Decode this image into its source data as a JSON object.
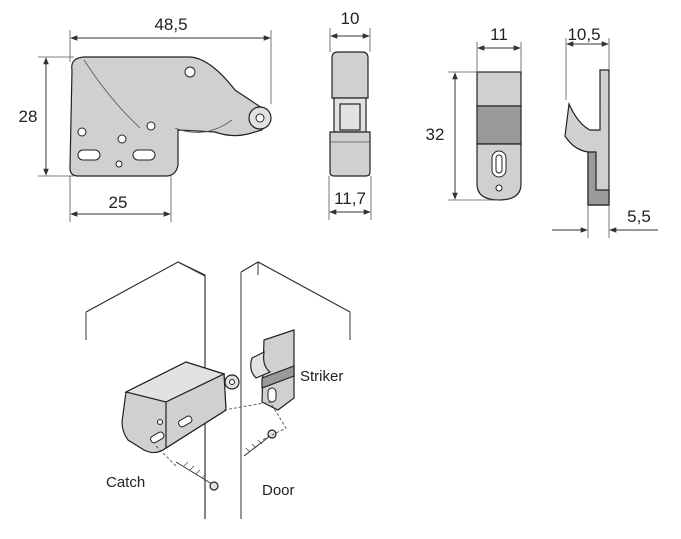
{
  "dimensions": {
    "catch_width": "48,5",
    "catch_height": "28",
    "catch_base": "25",
    "side_top": "10",
    "side_bottom": "11,7",
    "striker_width": "11",
    "striker_height": "32",
    "profile_top": "10,5",
    "profile_thickness": "5,5"
  },
  "labels": {
    "striker": "Striker",
    "catch": "Catch",
    "door": "Door"
  },
  "colors": {
    "part_fill": "#d0d0d0",
    "outline": "#222222"
  }
}
